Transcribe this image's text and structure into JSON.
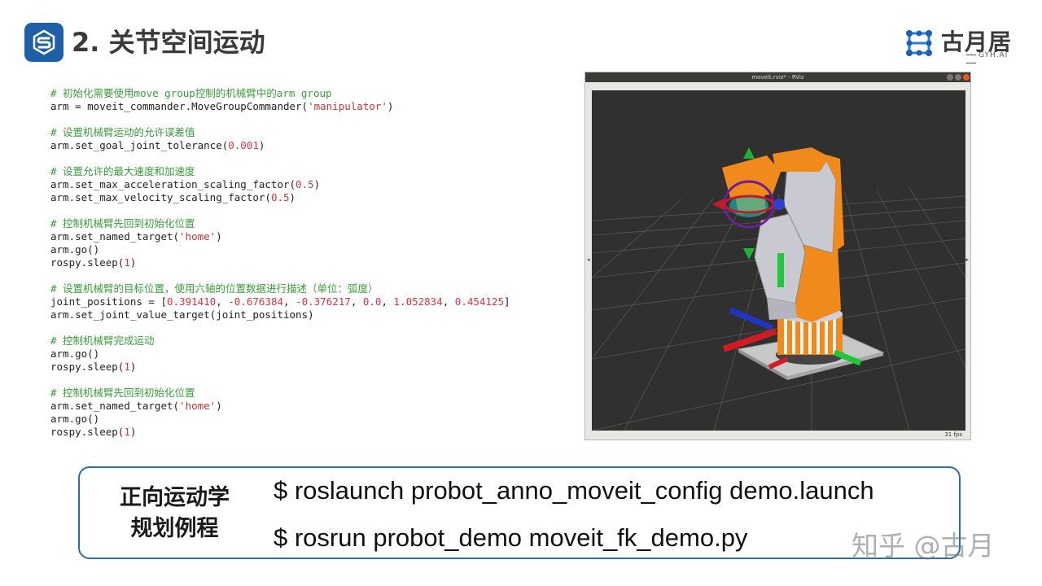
{
  "header": {
    "logo_icon": "s-logo-icon",
    "title": "2. 关节空间运动",
    "brand": {
      "name": "古月居",
      "subtitle": "GYH.AI",
      "icon": "hex-network-icon"
    }
  },
  "code_lines": [
    [
      {
        "t": "# 初始化需要使用move group控制的机械臂中的arm group",
        "k": "comment"
      }
    ],
    [
      {
        "t": "arm = moveit_commander.MoveGroupCommander(",
        "k": "plain"
      },
      {
        "t": "'manipulator'",
        "k": "str"
      },
      {
        "t": ")",
        "k": "plain"
      }
    ],
    [],
    [
      {
        "t": "# 设置机械臂运动的允许误差值",
        "k": "comment"
      }
    ],
    [
      {
        "t": "arm.set_goal_joint_tolerance(",
        "k": "plain"
      },
      {
        "t": "0.001",
        "k": "num"
      },
      {
        "t": ")",
        "k": "plain"
      }
    ],
    [],
    [
      {
        "t": "# 设置允许的最大速度和加速度",
        "k": "comment"
      }
    ],
    [
      {
        "t": "arm.set_max_acceleration_scaling_factor(",
        "k": "plain"
      },
      {
        "t": "0.5",
        "k": "num"
      },
      {
        "t": ")",
        "k": "plain"
      }
    ],
    [
      {
        "t": "arm.set_max_velocity_scaling_factor(",
        "k": "plain"
      },
      {
        "t": "0.5",
        "k": "num"
      },
      {
        "t": ")",
        "k": "plain"
      }
    ],
    [],
    [
      {
        "t": "# 控制机械臂先回到初始化位置",
        "k": "comment"
      }
    ],
    [
      {
        "t": "arm.set_named_target(",
        "k": "plain"
      },
      {
        "t": "'home'",
        "k": "str"
      },
      {
        "t": ")",
        "k": "plain"
      }
    ],
    [
      {
        "t": "arm.go()",
        "k": "plain"
      }
    ],
    [
      {
        "t": "rospy.sleep(",
        "k": "plain"
      },
      {
        "t": "1",
        "k": "num"
      },
      {
        "t": ")",
        "k": "plain"
      }
    ],
    [],
    [
      {
        "t": "# 设置机械臂的目标位置，使用六轴的位置数据进行描述（单位：弧度）",
        "k": "comment"
      }
    ],
    [
      {
        "t": "joint_positions = [",
        "k": "plain"
      },
      {
        "t": "0.391410",
        "k": "num"
      },
      {
        "t": ", ",
        "k": "plain"
      },
      {
        "t": "-0.676384",
        "k": "num"
      },
      {
        "t": ", ",
        "k": "plain"
      },
      {
        "t": "-0.376217",
        "k": "num"
      },
      {
        "t": ", ",
        "k": "plain"
      },
      {
        "t": "0.0",
        "k": "num"
      },
      {
        "t": ", ",
        "k": "plain"
      },
      {
        "t": "1.052834",
        "k": "num"
      },
      {
        "t": ", ",
        "k": "plain"
      },
      {
        "t": "0.454125",
        "k": "num"
      },
      {
        "t": "]",
        "k": "plain"
      }
    ],
    [
      {
        "t": "arm.set_joint_value_target(joint_positions)",
        "k": "plain"
      }
    ],
    [],
    [
      {
        "t": "# 控制机械臂完成运动",
        "k": "comment"
      }
    ],
    [
      {
        "t": "arm.go()",
        "k": "plain"
      }
    ],
    [
      {
        "t": "rospy.sleep(",
        "k": "plain"
      },
      {
        "t": "1",
        "k": "num"
      },
      {
        "t": ")",
        "k": "plain"
      }
    ],
    [],
    [
      {
        "t": "# 控制机械臂先回到初始化位置",
        "k": "comment"
      }
    ],
    [
      {
        "t": "arm.set_named_target(",
        "k": "plain"
      },
      {
        "t": "'home'",
        "k": "str"
      },
      {
        "t": ")",
        "k": "plain"
      }
    ],
    [
      {
        "t": "arm.go()",
        "k": "plain"
      }
    ],
    [
      {
        "t": "rospy.sleep(",
        "k": "plain"
      },
      {
        "t": "1",
        "k": "num"
      },
      {
        "t": ")",
        "k": "plain"
      }
    ]
  ],
  "rviz": {
    "window_title": "moveit.rviz* - RViz",
    "fps": "31 fps",
    "colors": {
      "robot_orange": "#f08a1c",
      "robot_gray": "#c9c9d2",
      "viewport_bg": "#303030"
    }
  },
  "commands": {
    "label_line1": "正向运动学",
    "label_line2": "规划例程",
    "line1": "$ roslaunch probot_anno_moveit_config demo.launch",
    "line2": "$ rosrun probot_demo moveit_fk_demo.py"
  },
  "watermark": "知乎 @古月"
}
